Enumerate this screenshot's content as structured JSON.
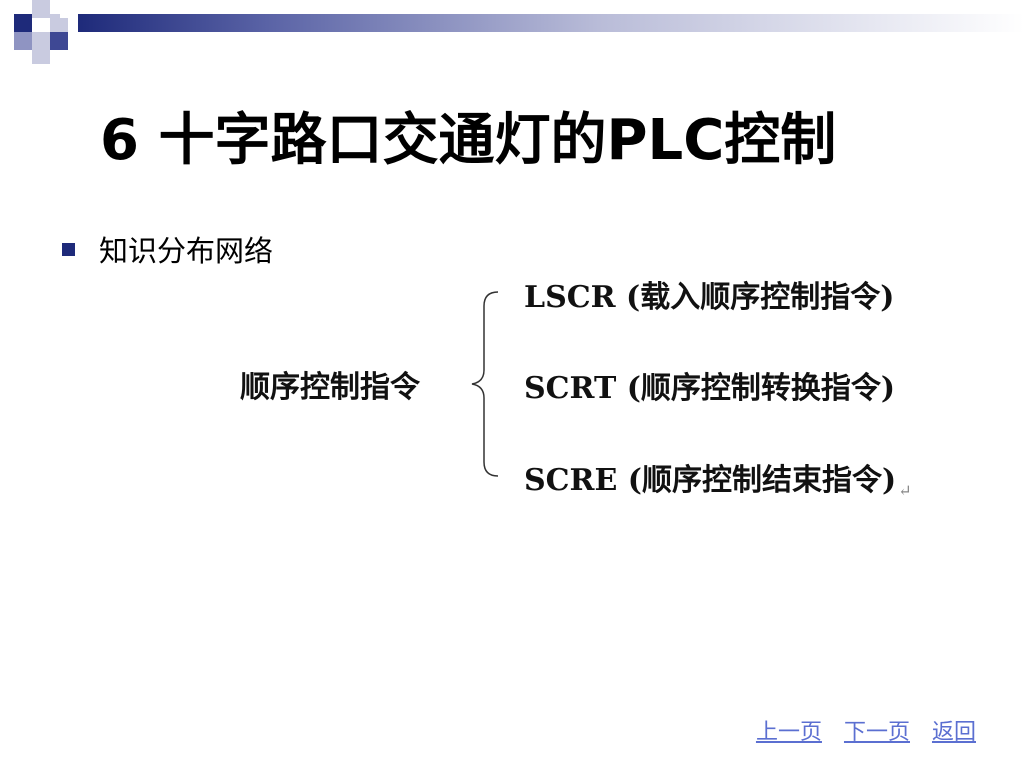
{
  "slide": {
    "title": "6  十字路口交通灯的PLC控制",
    "bullet": "知识分布网络",
    "diagram": {
      "root": "顺序控制指令",
      "branches": [
        {
          "code": "LSCR",
          "desc": "(载入顺序控制指令)"
        },
        {
          "code": "SCRT",
          "desc": "(顺序控制转换指令)"
        },
        {
          "code": "SCRE",
          "desc": "(顺序控制结束指令)"
        }
      ]
    },
    "nav": {
      "prev": "上一页",
      "next": "下一页",
      "back": "返回"
    }
  },
  "colors": {
    "accent": "#1e2a7a",
    "link": "#5b6fd1"
  }
}
